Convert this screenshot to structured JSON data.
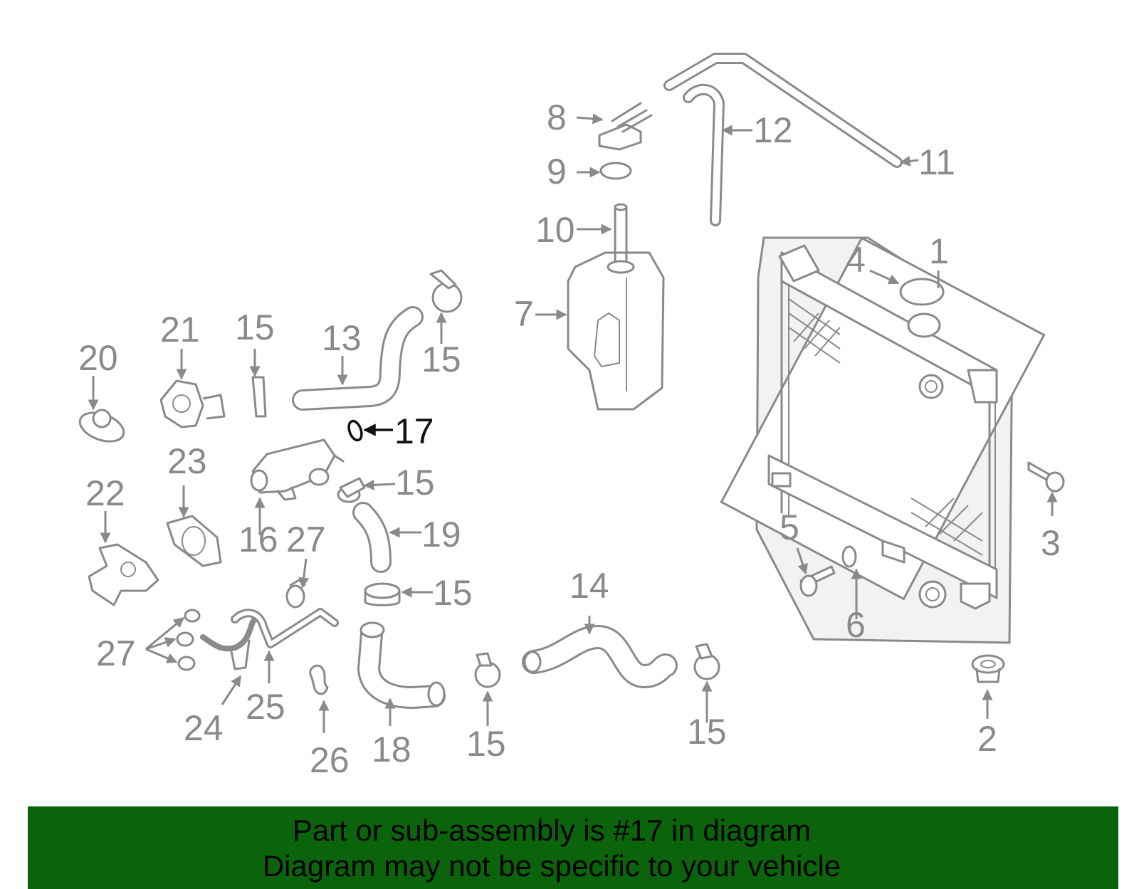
{
  "diagram": {
    "callouts": {
      "c1": "1",
      "c2": "2",
      "c3": "3",
      "c4": "4",
      "c5": "5",
      "c6": "6",
      "c7": "7",
      "c8": "8",
      "c9": "9",
      "c10": "10",
      "c11": "11",
      "c12": "12",
      "c13": "13",
      "c14": "14",
      "c15": "15",
      "c16": "16",
      "c17": "17",
      "c18": "18",
      "c19": "19",
      "c20": "20",
      "c21": "21",
      "c22": "22",
      "c23": "23",
      "c24": "24",
      "c25": "25",
      "c26": "26",
      "c27": "27"
    },
    "highlighted_part": "17",
    "colors": {
      "line": "#8a8a8a",
      "highlight": "#111111",
      "banner": "#0b640b"
    }
  },
  "banner": {
    "line1": "Part or sub-assembly is #17 in diagram",
    "line2": "Diagram may not be specific to your vehicle"
  }
}
